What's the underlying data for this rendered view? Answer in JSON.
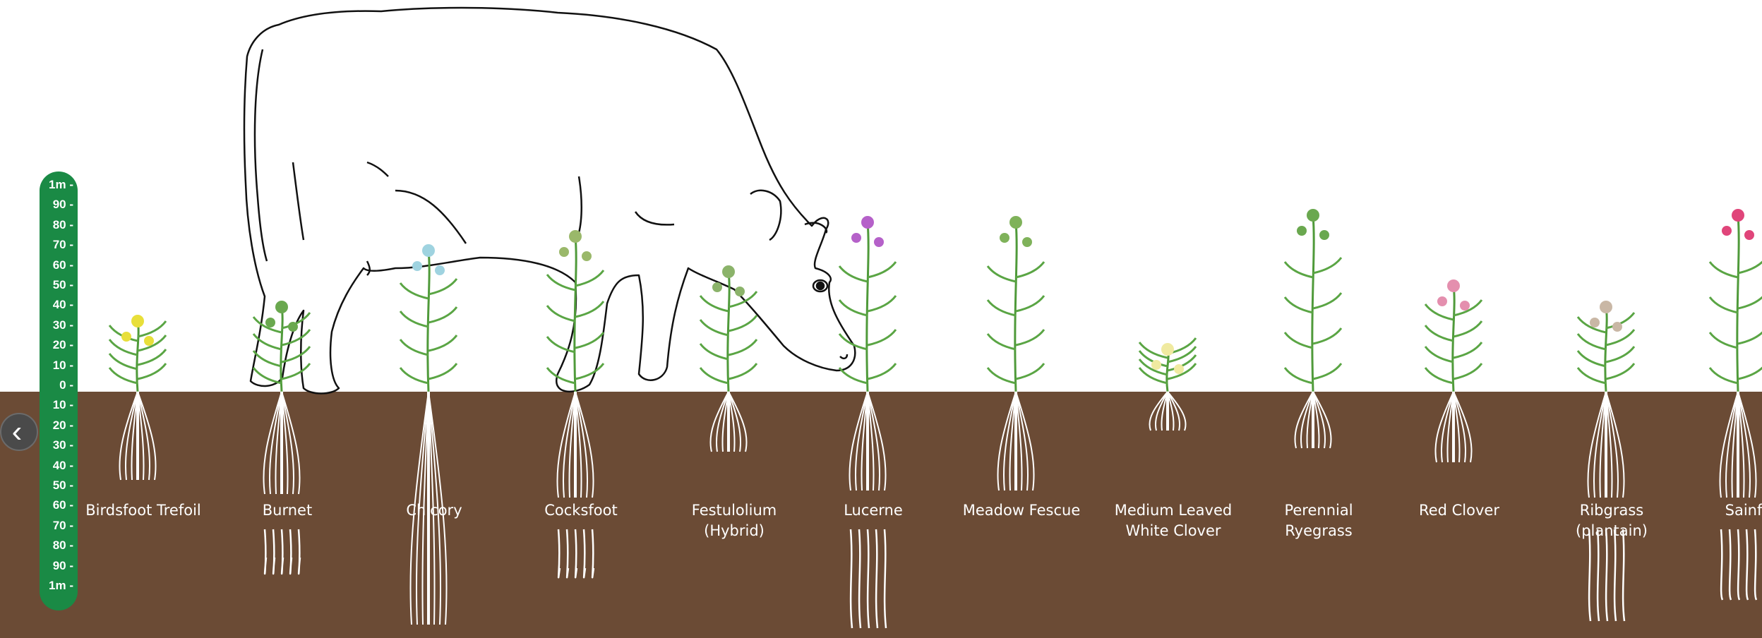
{
  "ruler": {
    "ticks": [
      "1m",
      "90",
      "80",
      "70",
      "60",
      "50",
      "40",
      "30",
      "20",
      "10",
      "0",
      "10",
      "20",
      "30",
      "40",
      "50",
      "60",
      "70",
      "80",
      "90",
      "1m"
    ]
  },
  "nav": {
    "prev_icon": "chevron-left-icon",
    "prev_glyph": "‹"
  },
  "colors": {
    "soil": "#6b4b35",
    "ruler": "#1a8a45",
    "label": "#ffffff"
  },
  "plants": [
    {
      "name1": "Birdsfoot Trefoil",
      "name2": ""
    },
    {
      "name1": "Burnet",
      "name2": ""
    },
    {
      "name1": "Chicory",
      "name2": ""
    },
    {
      "name1": "Cocksfoot",
      "name2": ""
    },
    {
      "name1": "Festulolium",
      "name2": "(Hybrid)"
    },
    {
      "name1": "Lucerne",
      "name2": ""
    },
    {
      "name1": "Meadow Fescue",
      "name2": ""
    },
    {
      "name1": "Medium Leaved",
      "name2": "White Clover"
    },
    {
      "name1": "Perennial",
      "name2": "Ryegrass"
    },
    {
      "name1": "Red Clover",
      "name2": ""
    },
    {
      "name1": "Ribgrass",
      "name2": "(plantain)"
    },
    {
      "name1": "Sainf",
      "name2": ""
    }
  ]
}
